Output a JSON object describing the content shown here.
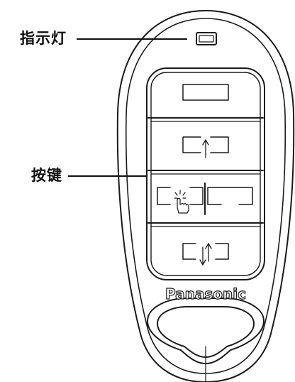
{
  "callouts": {
    "indicator_label": "指示灯",
    "buttons_label": "按键"
  },
  "remote": {
    "brand": "Panasonic",
    "buttons": [
      {
        "name": "top",
        "symbol": "blank"
      },
      {
        "name": "open",
        "symbol": "arrow-up"
      },
      {
        "name": "light",
        "symbol": "touch"
      },
      {
        "name": "blank-right",
        "symbol": "blank"
      },
      {
        "name": "up-down",
        "symbol": "arrows-up-down"
      }
    ]
  },
  "colors": {
    "outline": "#1a1a1a",
    "body": "#ffffff"
  }
}
